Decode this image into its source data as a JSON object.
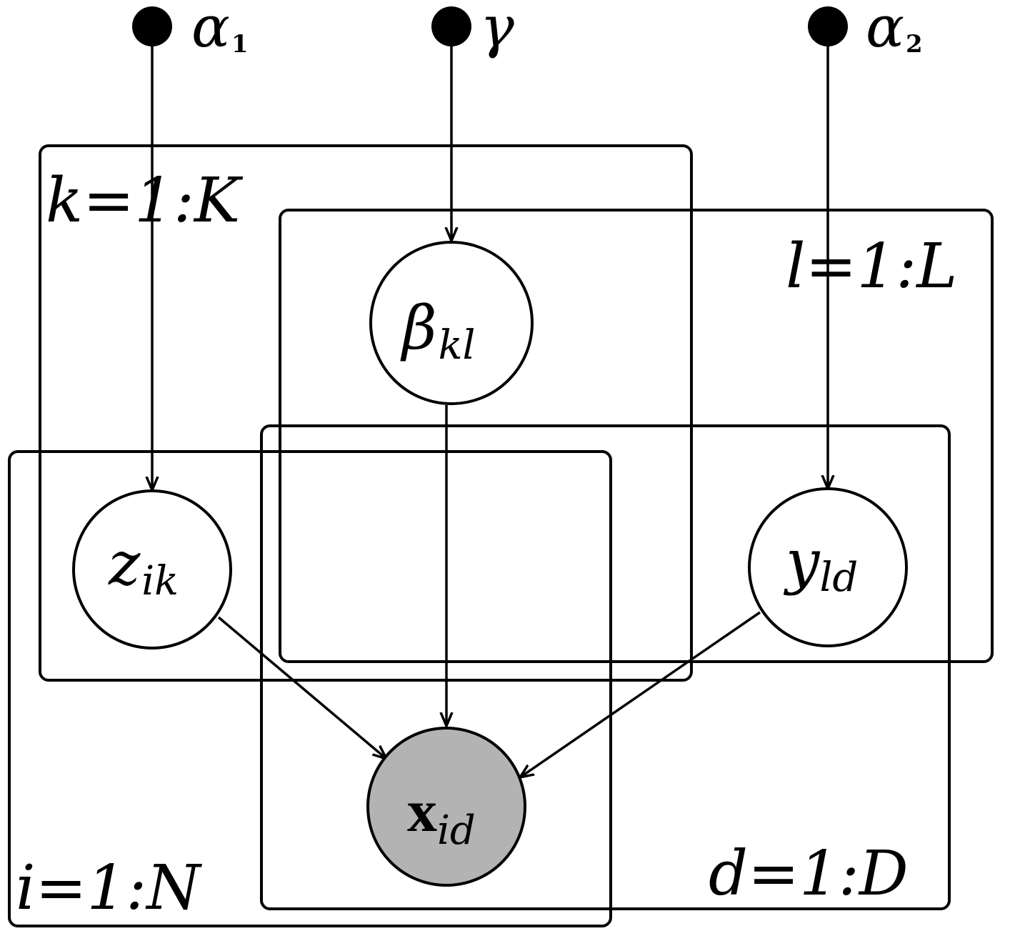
{
  "colors": {
    "stroke": "#000000",
    "background": "#ffffff",
    "observed_fill": "#b3b3b3",
    "latent_fill": "#ffffff",
    "hyper_fill": "#000000"
  },
  "hyperparameters": {
    "alpha1": {
      "symbol": "α",
      "sub": "1"
    },
    "gamma": {
      "symbol": "γ",
      "sub": ""
    },
    "alpha2": {
      "symbol": "α",
      "sub": "2"
    }
  },
  "nodes": {
    "z": {
      "symbol": "z",
      "sub": "ik",
      "observed": false
    },
    "beta": {
      "symbol": "β",
      "sub": "kl",
      "observed": false
    },
    "y": {
      "symbol": "y",
      "sub": "ld",
      "observed": false
    },
    "x": {
      "symbol": "x",
      "sub": "id",
      "observed": true
    }
  },
  "plates": {
    "k": {
      "label": "k=1:K"
    },
    "l": {
      "label": "l=1:L"
    },
    "i": {
      "label": "i=1:N"
    },
    "d": {
      "label": "d=1:D"
    }
  },
  "edges": [
    {
      "from": "alpha1",
      "to": "z"
    },
    {
      "from": "gamma",
      "to": "beta"
    },
    {
      "from": "alpha2",
      "to": "y"
    },
    {
      "from": "z",
      "to": "x"
    },
    {
      "from": "beta",
      "to": "x"
    },
    {
      "from": "y",
      "to": "x"
    }
  ]
}
